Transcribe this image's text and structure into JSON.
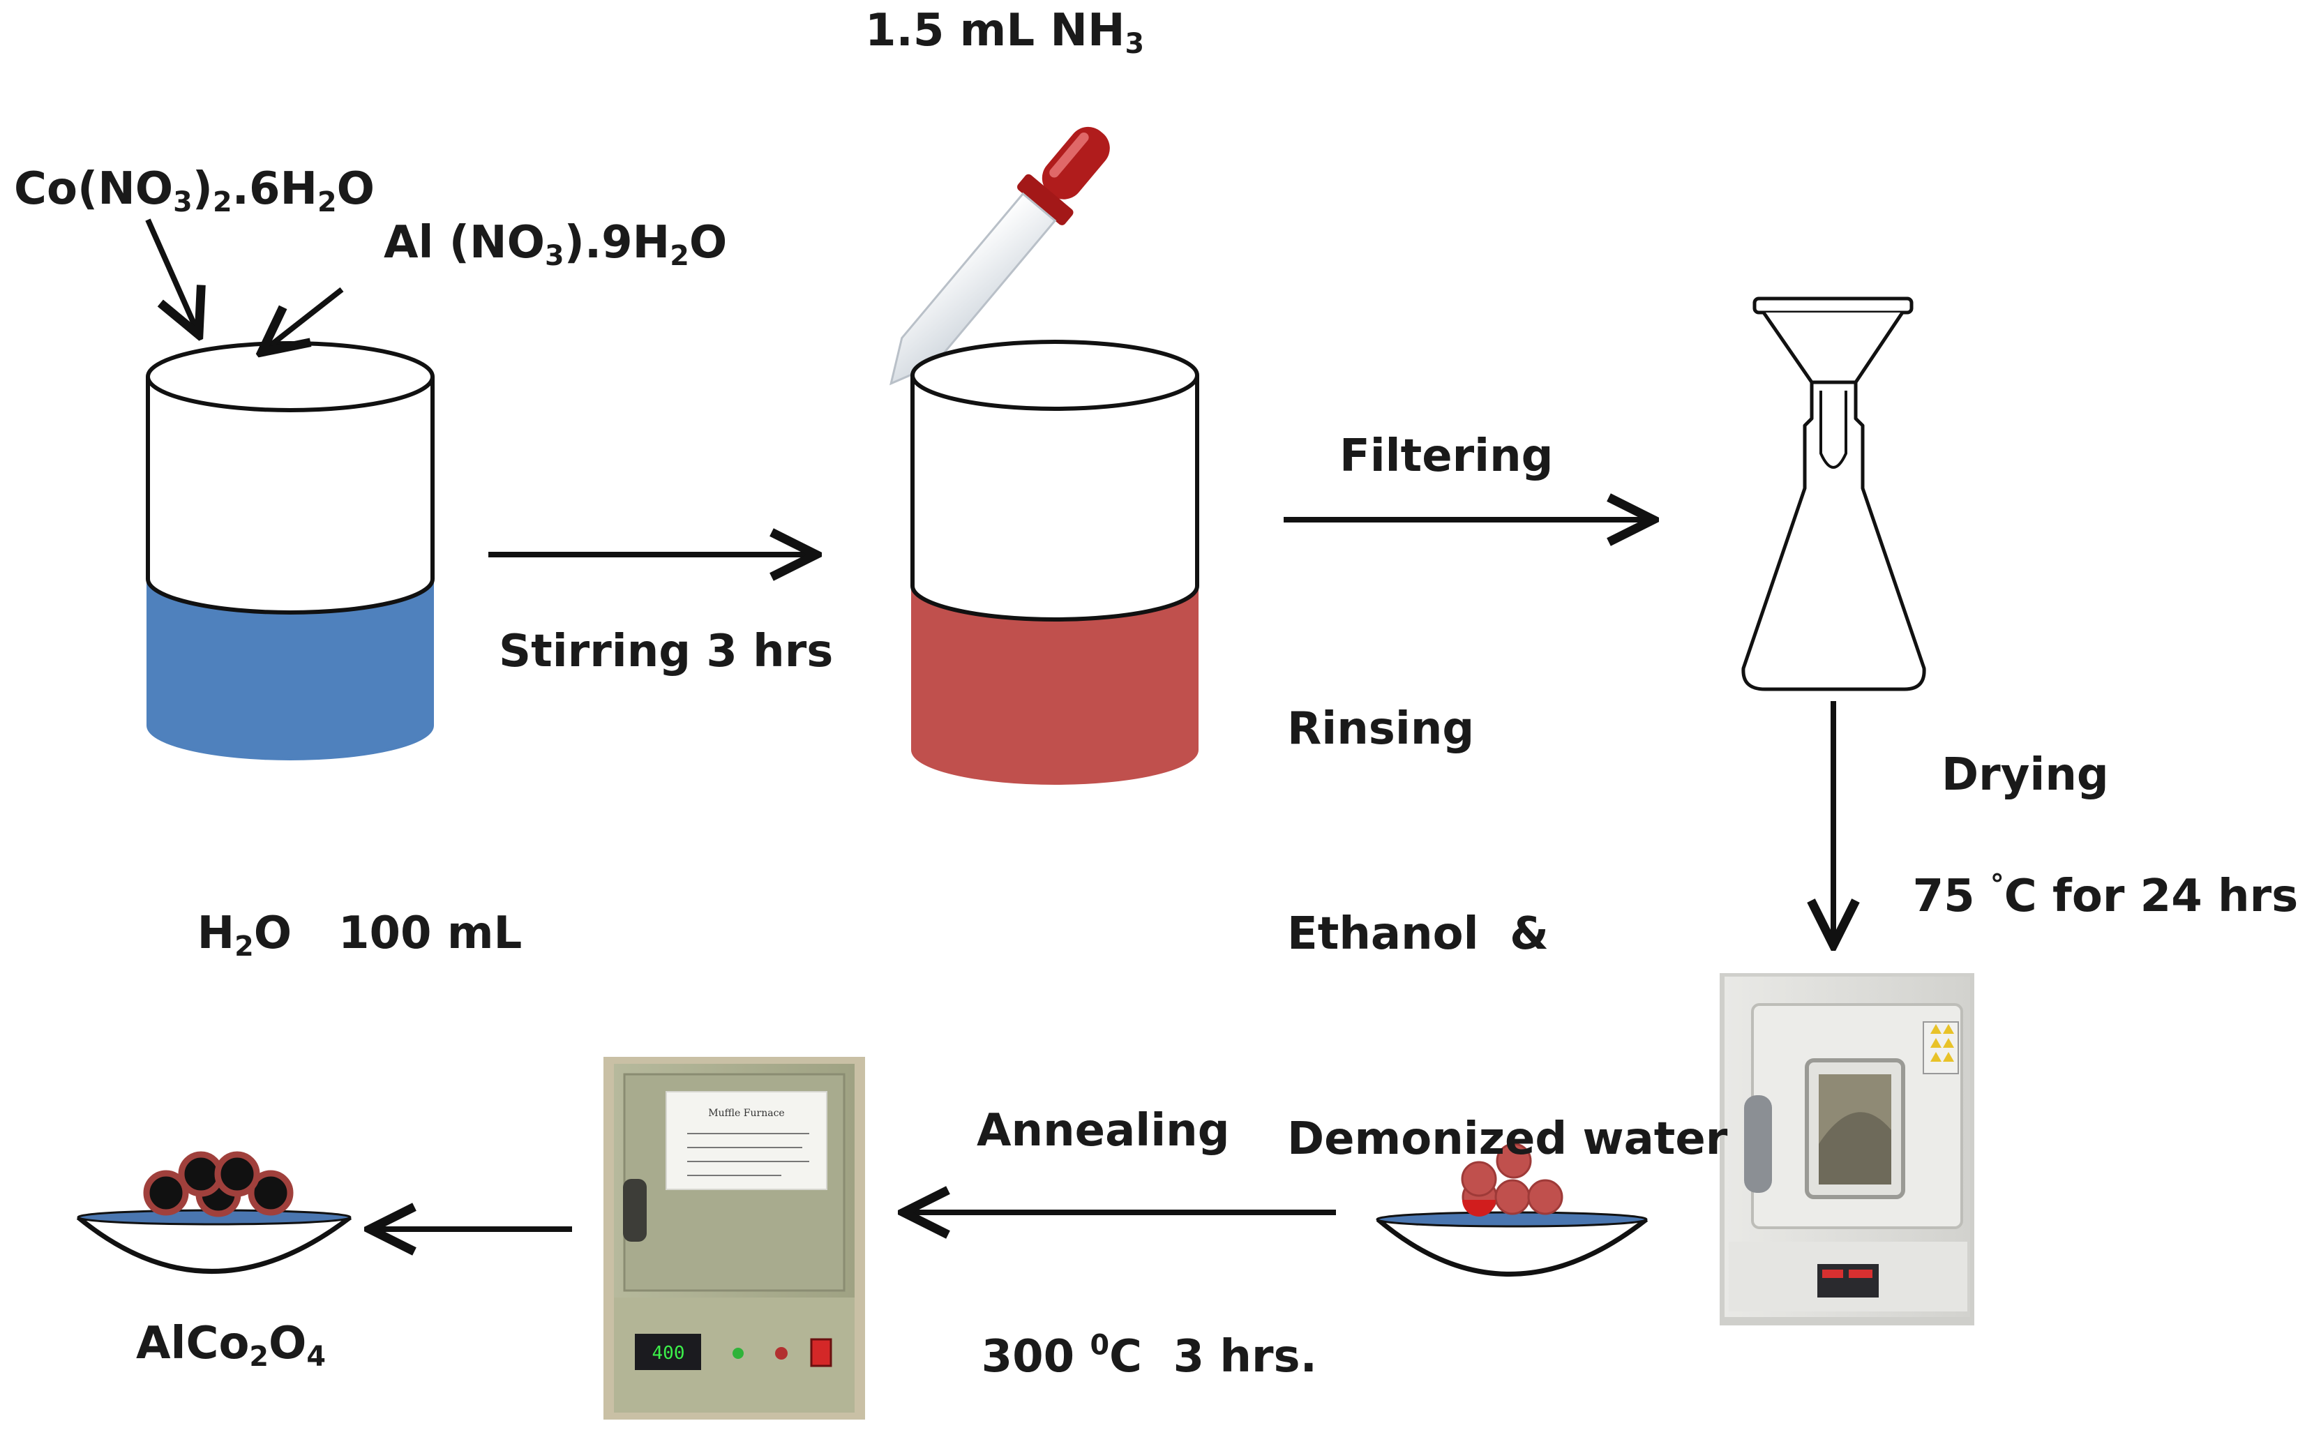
{
  "reagents": {
    "cobalt_nitrate": {
      "main": "Co(NO",
      "sub1": "3",
      "mid": ")",
      "sub2": "2",
      "tail": ".6H",
      "sub3": "2",
      "end": "O"
    },
    "aluminium_nitrate": {
      "main": "Al (NO",
      "sub1": "3",
      "mid": ").9H",
      "sub2": "2",
      "end": "O"
    },
    "water": {
      "main": "H",
      "sub1": "2",
      "tail": "O   100 mL"
    },
    "ammonia": {
      "main": "1.5 mL  NH",
      "sub1": "3"
    }
  },
  "steps": {
    "stirring": "Stirring 3 hrs",
    "filtering": "Filtering",
    "rinsing": [
      "Rinsing",
      "Ethanol  &",
      "Demonized water"
    ],
    "drying": "Drying",
    "drying_cond": {
      "pre": "75 ",
      "deg": "°",
      "post": "C for 24 hrs"
    },
    "annealing": "Annealing",
    "annealing_cond": {
      "pre": "300 ",
      "sup": "0",
      "post": "C  3 hrs."
    }
  },
  "product": {
    "main": "AlCo",
    "sub1": "2",
    "mid": "O",
    "sub2": "4"
  },
  "photos": {
    "oven_sign": "Muffle Furnace",
    "furnace_display": "400"
  },
  "colors": {
    "blue_solution": "#4f81bd",
    "red_solution": "#c0504d",
    "dish_rim": "#4a76b0",
    "arrow": "#111111"
  }
}
